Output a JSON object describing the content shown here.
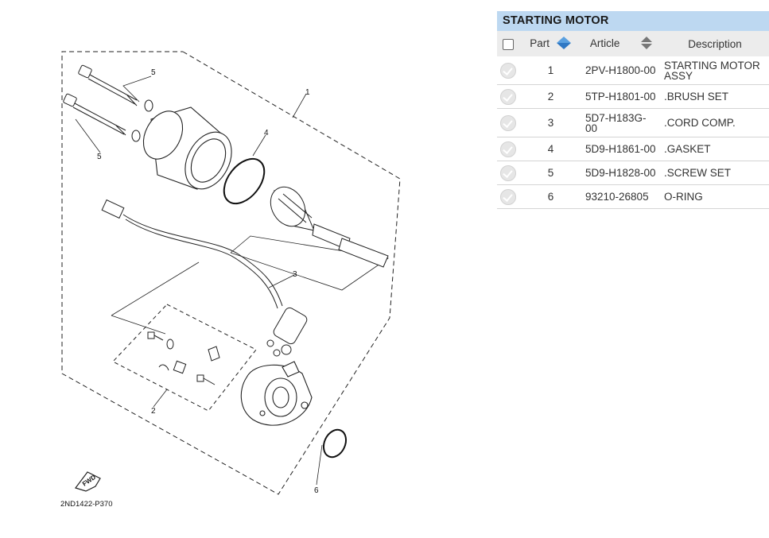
{
  "diagram": {
    "callouts": [
      "1",
      "2",
      "3",
      "4",
      "5",
      "5",
      "6"
    ],
    "fwd_label": "FWD",
    "diagram_code": "2ND1422-P370"
  },
  "panel": {
    "title": "STARTING MOTOR",
    "columns": {
      "part": "Part",
      "article": "Article",
      "description": "Description"
    },
    "sort_color": "#4a90d9",
    "rows": [
      {
        "part": "1",
        "article": "2PV-H1800-00",
        "description": "STARTING MOTOR ASSY"
      },
      {
        "part": "2",
        "article": "5TP-H1801-00",
        "description": ".BRUSH SET"
      },
      {
        "part": "3",
        "article": "5D7-H183G-00",
        "description": ".CORD COMP."
      },
      {
        "part": "4",
        "article": "5D9-H1861-00",
        "description": ".GASKET"
      },
      {
        "part": "5",
        "article": "5D9-H1828-00",
        "description": ".SCREW SET"
      },
      {
        "part": "6",
        "article": "93210-26805",
        "description": "O-RING"
      }
    ]
  }
}
